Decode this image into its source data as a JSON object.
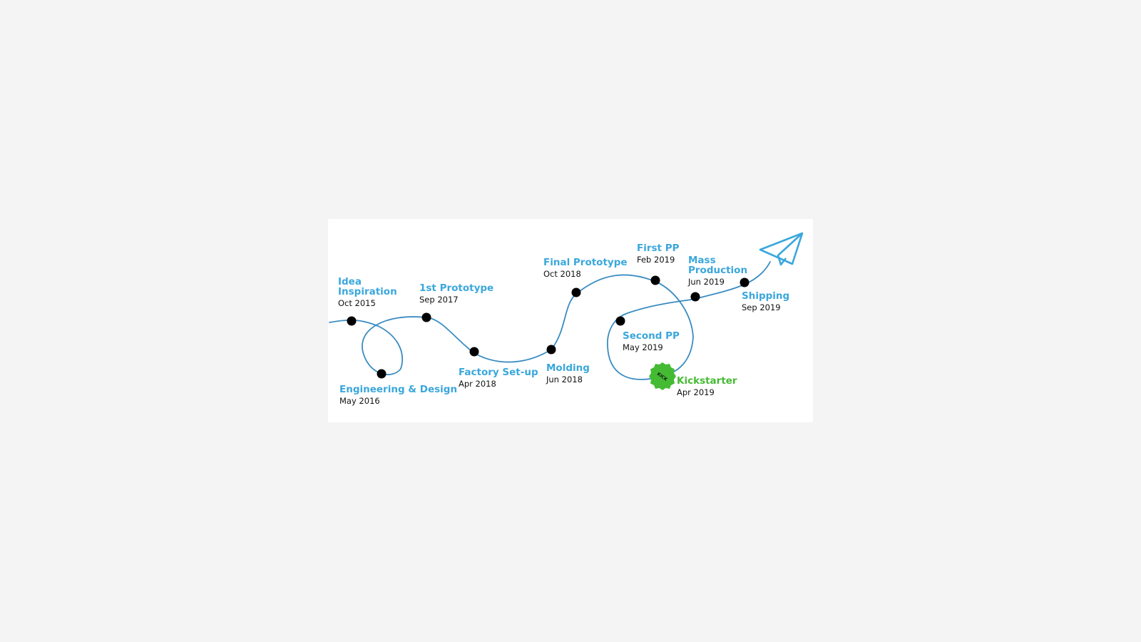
{
  "timeline": {
    "line_color": "#3a8cc2",
    "title_color": "#3aa7dc",
    "highlight_color": "#44bb33",
    "dot_color": "#000000",
    "badge_text": "KICK",
    "milestones": [
      {
        "id": "idea",
        "title": "Idea Inspiration",
        "date": "Oct 2015"
      },
      {
        "id": "engineering",
        "title": "Engineering & Design",
        "date": "May 2016"
      },
      {
        "id": "prototype1",
        "title": "1st Prototype",
        "date": "Sep 2017"
      },
      {
        "id": "factory",
        "title": "Factory Set-up",
        "date": "Apr 2018"
      },
      {
        "id": "molding",
        "title": "Molding",
        "date": "Jun 2018"
      },
      {
        "id": "final",
        "title": "Final Prototype",
        "date": "Oct 2018"
      },
      {
        "id": "firstpp",
        "title": "First PP",
        "date": "Feb 2019"
      },
      {
        "id": "kickstarter",
        "title": "Kickstarter",
        "date": "Apr 2019",
        "highlight": true
      },
      {
        "id": "secondpp",
        "title": "Second PP",
        "date": "May 2019"
      },
      {
        "id": "mass",
        "title": "Mass Production",
        "date": "Jun 2019"
      },
      {
        "id": "shipping",
        "title": "Shipping",
        "date": "Sep 2019"
      }
    ]
  },
  "icons": {
    "end": "paper-plane-icon",
    "badge": "kickstarter-badge-icon"
  }
}
